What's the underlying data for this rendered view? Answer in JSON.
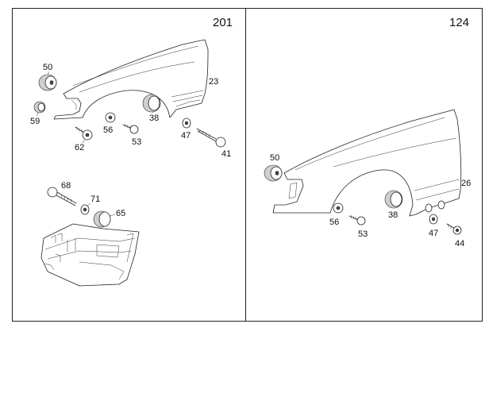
{
  "panels": [
    {
      "model": "201",
      "callouts": [
        "50",
        "59",
        "23",
        "38",
        "56",
        "53",
        "47",
        "41",
        "62",
        "68",
        "71",
        "65"
      ]
    },
    {
      "model": "124",
      "callouts": [
        "50",
        "26",
        "38",
        "56",
        "53",
        "47",
        "44"
      ]
    }
  ]
}
